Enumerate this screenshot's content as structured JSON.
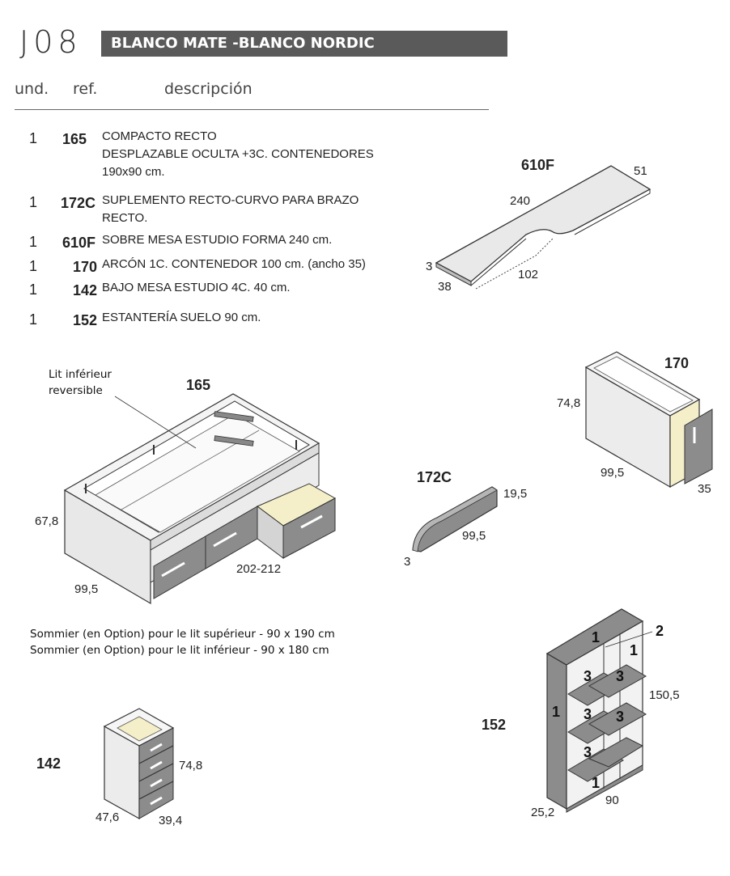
{
  "header": {
    "code": "J08",
    "title": "BLANCO MATE -BLANCO NORDIC",
    "col_und": "und.",
    "col_ref": "ref.",
    "col_desc": "descripción"
  },
  "items": [
    {
      "qty": "1",
      "ref": "165",
      "desc": [
        "COMPACTO RECTO",
        "DESPLAZABLE OCULTA +3C. CONTENEDORES",
        "190x90 cm."
      ]
    },
    {
      "qty": "1",
      "ref": "172C",
      "desc": [
        "SUPLEMENTO RECTO-CURVO PARA BRAZO",
        "RECTO."
      ]
    },
    {
      "qty": "1",
      "ref": "610F",
      "desc": [
        "SOBRE MESA ESTUDIO FORMA 240 cm."
      ]
    },
    {
      "qty": "1",
      "ref": "170",
      "desc": [
        "ARCÓN 1C. CONTENEDOR 100 cm. (ancho 35)"
      ]
    },
    {
      "qty": "1",
      "ref": "142",
      "desc": [
        "BAJO MESA ESTUDIO 4C. 40 cm."
      ]
    },
    {
      "qty": "1",
      "ref": "152",
      "desc": [
        "ESTANTERÍA SUELO 90 cm."
      ]
    }
  ],
  "drawings": {
    "d610f": {
      "ref": "610F",
      "dim_51": "51",
      "dim_240": "240",
      "dim_3": "3",
      "dim_38": "38",
      "dim_102": "102"
    },
    "d165": {
      "ref": "165",
      "note_line1": "Lit inférieur",
      "note_line2": "reversible",
      "dim_678": "67,8",
      "dim_995": "99,5",
      "dim_202": "202-212"
    },
    "d170": {
      "ref": "170",
      "dim_748": "74,8",
      "dim_995": "99,5",
      "dim_35": "35"
    },
    "d172c": {
      "ref": "172C",
      "dim_195": "19,5",
      "dim_995": "99,5",
      "dim_3": "3"
    },
    "sommier": [
      "Sommier (en Option) pour le lit supérieur - 90 x 190 cm",
      "Sommier (en Option) pour le lit inférieur - 90 x 180 cm"
    ],
    "d142": {
      "ref": "142",
      "dim_748": "74,8",
      "dim_476": "47,6",
      "dim_394": "39,4"
    },
    "d152": {
      "ref": "152",
      "n1": "1",
      "n2": "2",
      "n3": "3",
      "dim_1505": "150,5",
      "dim_252": "25,2",
      "dim_90": "90"
    }
  },
  "colors": {
    "panel_grey": "#8c8c8c",
    "panel_light": "#e6e6e6",
    "drawer_inside": "#f4efc8",
    "title_bg": "#5a5a5a"
  }
}
